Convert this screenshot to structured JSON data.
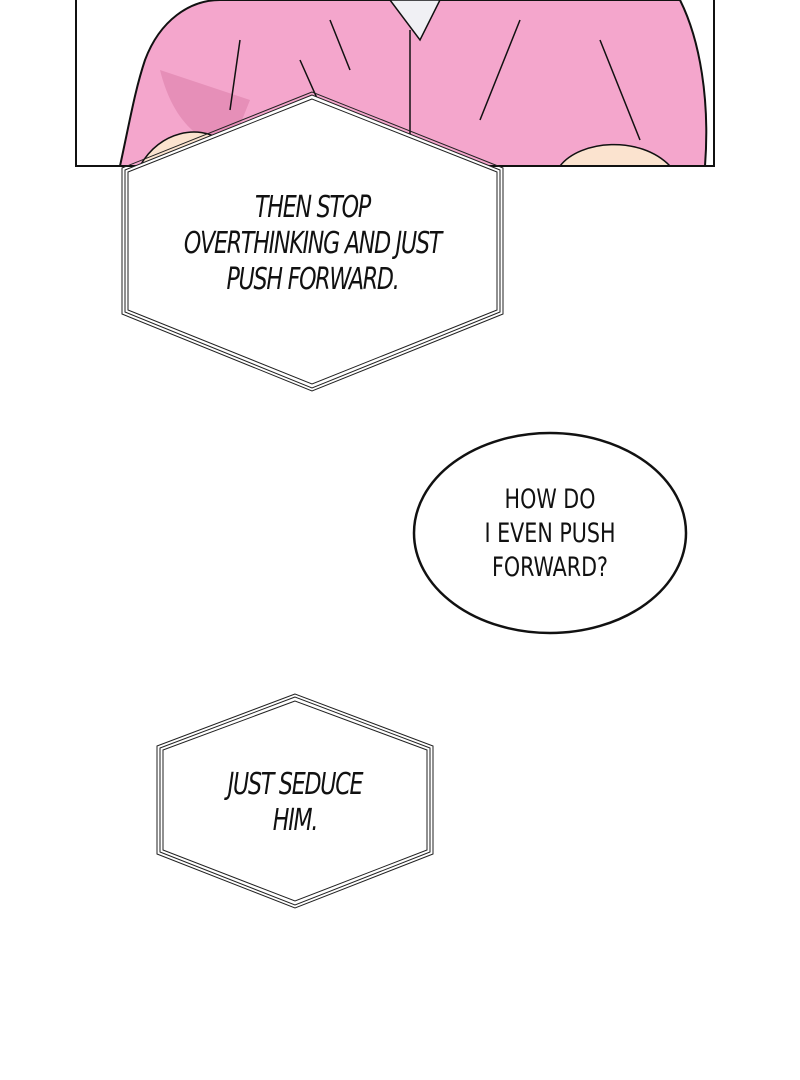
{
  "colors": {
    "shirt": "#f4a6cc",
    "shirt_shadow": "#e68fb8",
    "skin": "#fbe3cf",
    "ink": "#111111"
  },
  "bubbles": [
    {
      "shape": "hexagon",
      "lines": [
        "Then stop",
        "overthinking and just",
        "push forward."
      ]
    },
    {
      "shape": "oval",
      "lines": [
        "How do",
        "I even push",
        "forward?"
      ]
    },
    {
      "shape": "hexagon",
      "lines": [
        "Just seduce",
        "him."
      ]
    }
  ]
}
